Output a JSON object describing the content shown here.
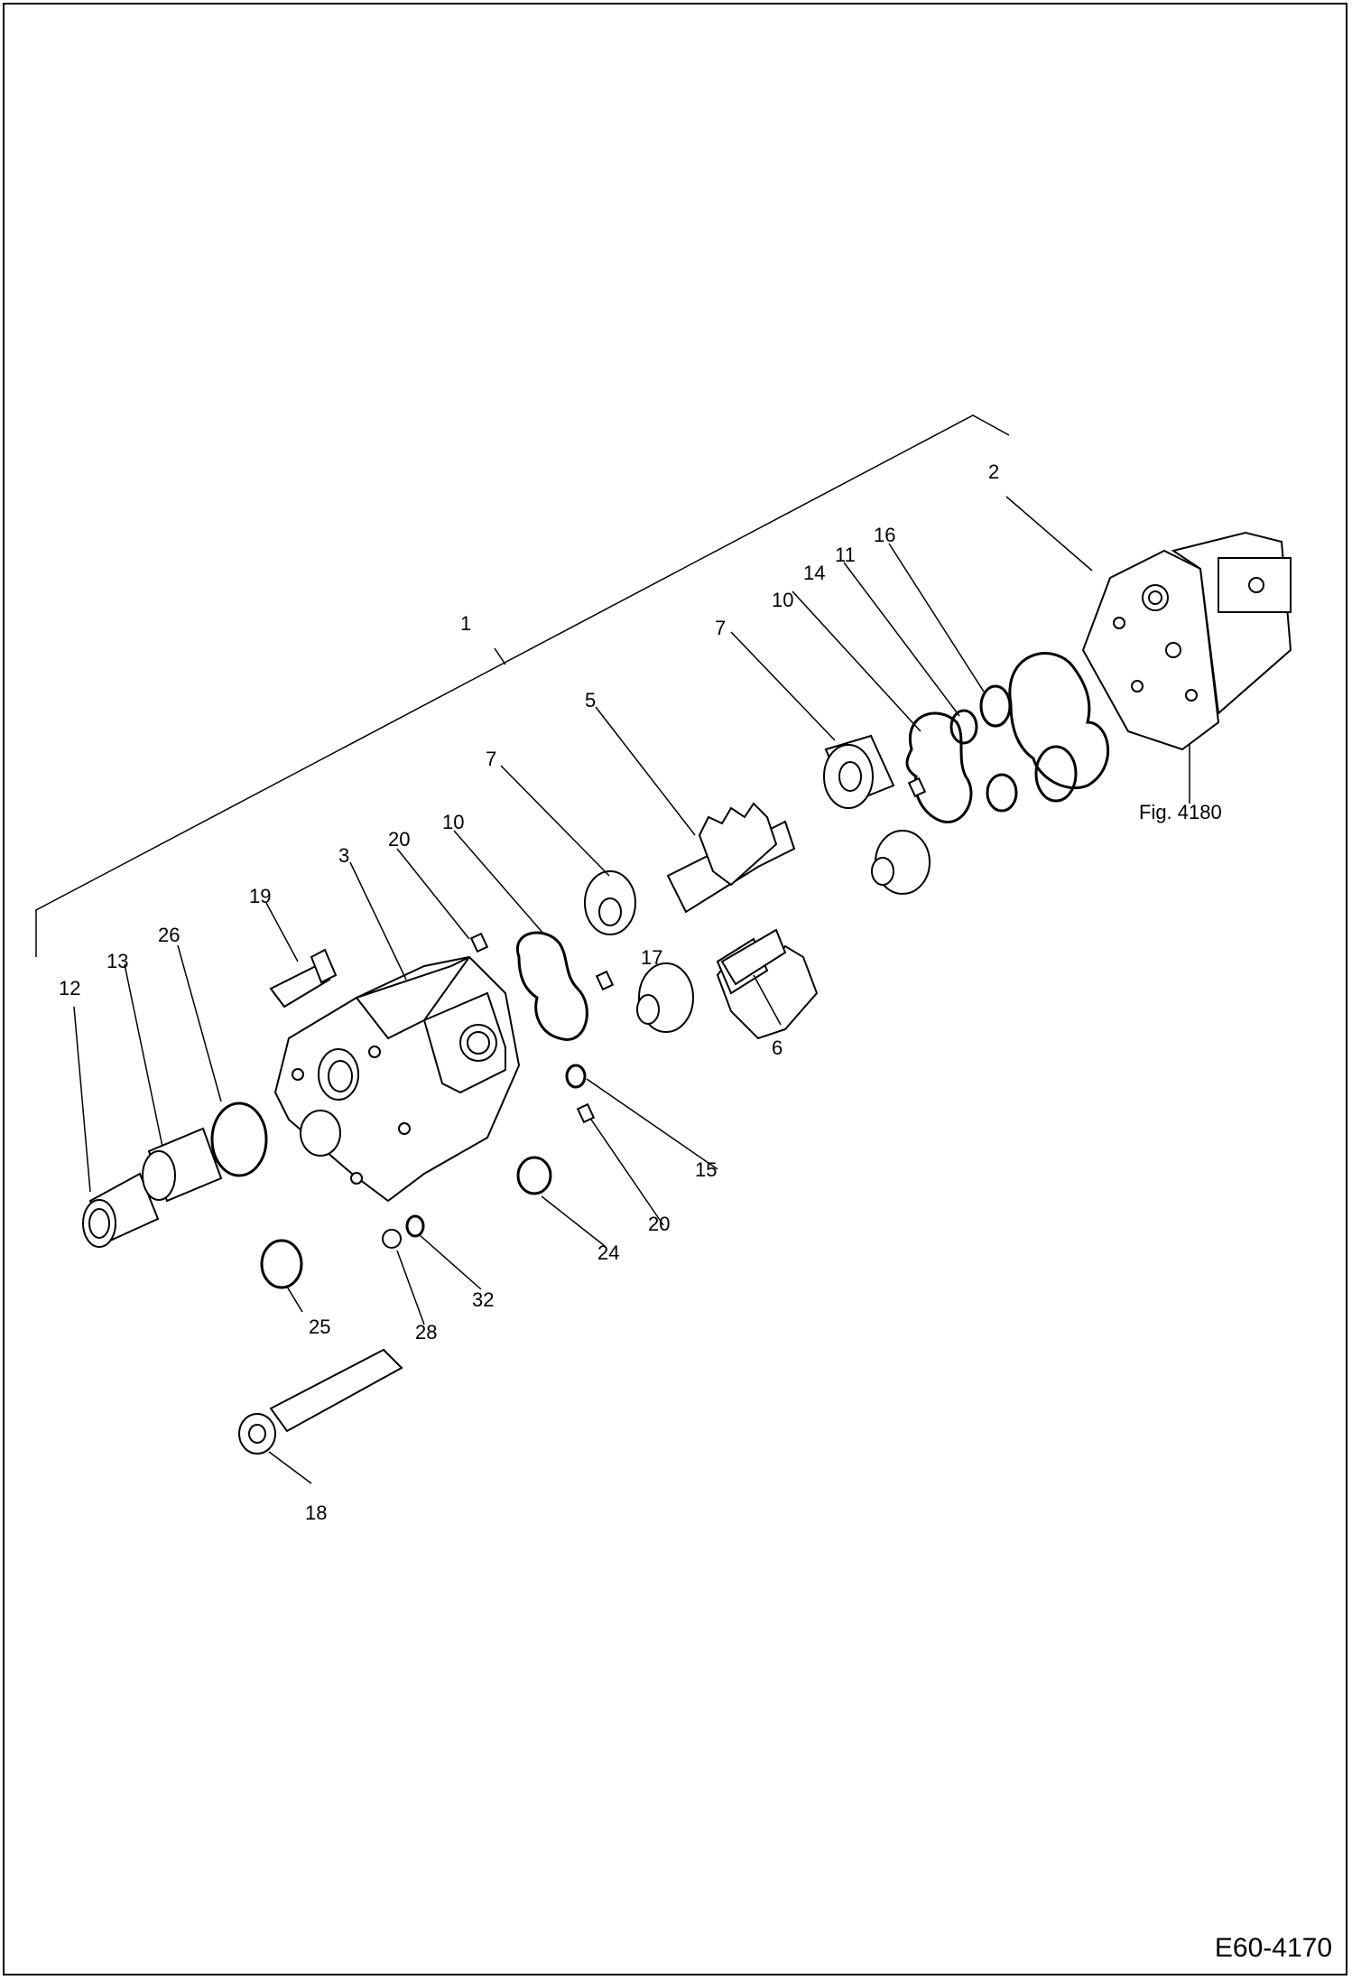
{
  "diagram": {
    "callouts": [
      "1",
      "2",
      "3",
      "5",
      "6",
      "7",
      "7",
      "10",
      "10",
      "11",
      "12",
      "13",
      "14",
      "15",
      "16",
      "17",
      "18",
      "19",
      "20",
      "20",
      "24",
      "25",
      "26",
      "28",
      "32"
    ],
    "figure_reference": "Fig. 4180",
    "drawing_code": "E60-4170"
  }
}
